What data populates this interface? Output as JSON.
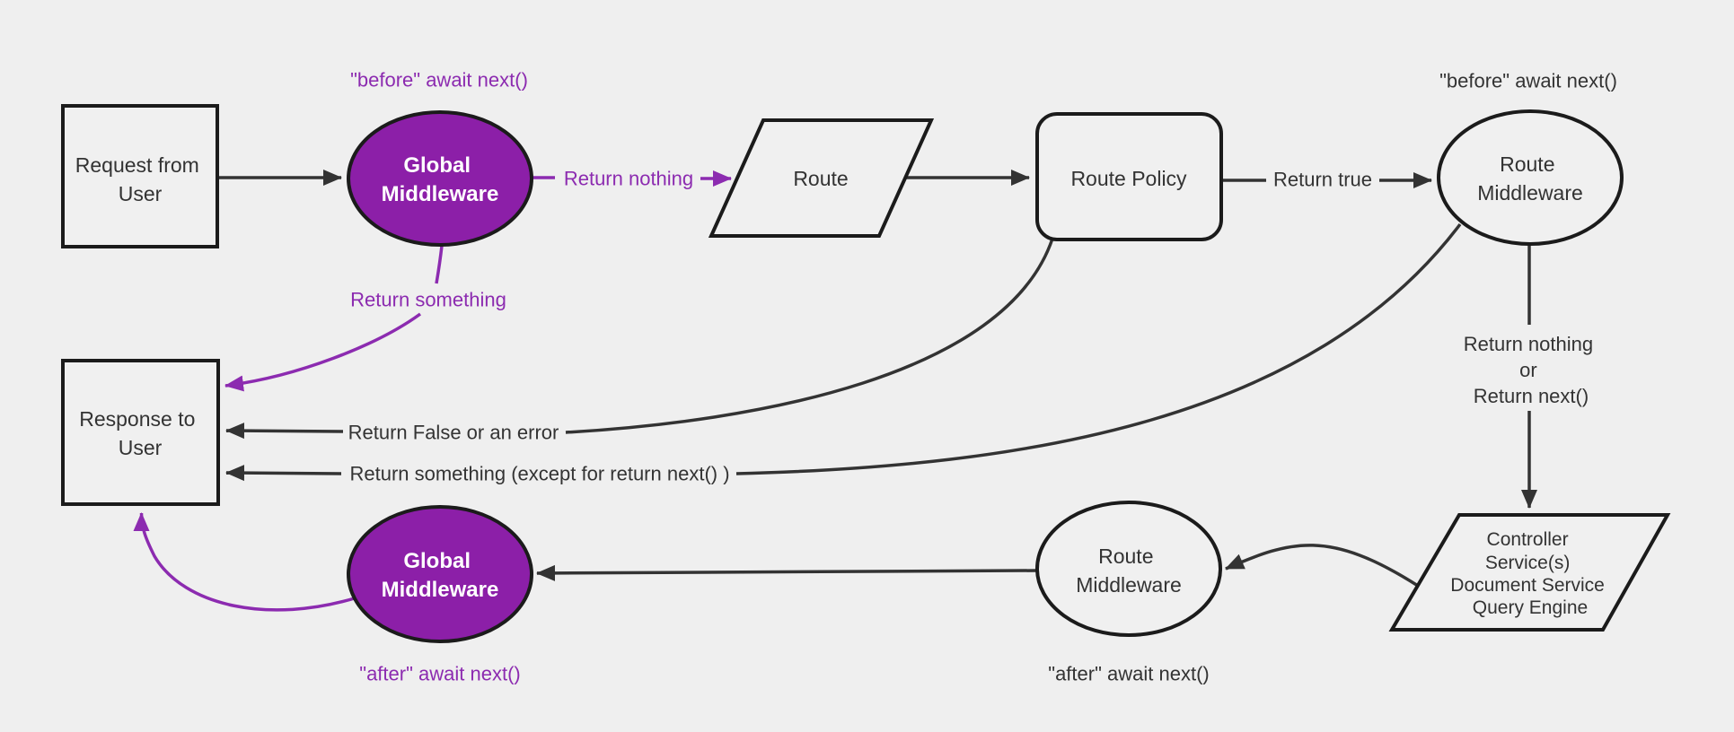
{
  "diagram": {
    "colors": {
      "background": "#efefef",
      "node_fill": "#f0f0f0",
      "node_stroke": "#1b1b1b",
      "edge_dark": "#333333",
      "purple_node_fill": "#8c1fa8",
      "purple_accent": "#8c2bb0",
      "text_dark": "#333333",
      "text_light": "#ffffff"
    },
    "nodes": {
      "request": {
        "line1": "Request from",
        "line2": "User"
      },
      "global_middleware_top": {
        "line1": "Global",
        "line2": "Middleware"
      },
      "route": {
        "label": "Route"
      },
      "route_policy": {
        "label": "Route Policy"
      },
      "route_middleware_top": {
        "line1": "Route",
        "line2": "Middleware"
      },
      "controller_stack": {
        "line1": "Controller",
        "line2": "Service(s)",
        "line3": "Document Service",
        "line4": "Query Engine"
      },
      "route_middleware_bottom": {
        "line1": "Route",
        "line2": "Middleware"
      },
      "global_middleware_bottom": {
        "line1": "Global",
        "line2": "Middleware"
      },
      "response": {
        "line1": "Response to",
        "line2": "User"
      }
    },
    "edge_labels": {
      "before_await_global": "\"before\" await next()",
      "before_await_route": "\"before\" await next()",
      "return_nothing": "Return nothing",
      "return_true": "Return true",
      "return_something": "Return something",
      "return_nothing_or": {
        "line1": "Return nothing",
        "line2": "or",
        "line3": "Return next()"
      },
      "return_false_or_error": "Return False or an error",
      "return_something_except": "Return something (except for return next() )",
      "after_await_global": "\"after\" await next()",
      "after_await_route": "\"after\" await next()"
    }
  }
}
